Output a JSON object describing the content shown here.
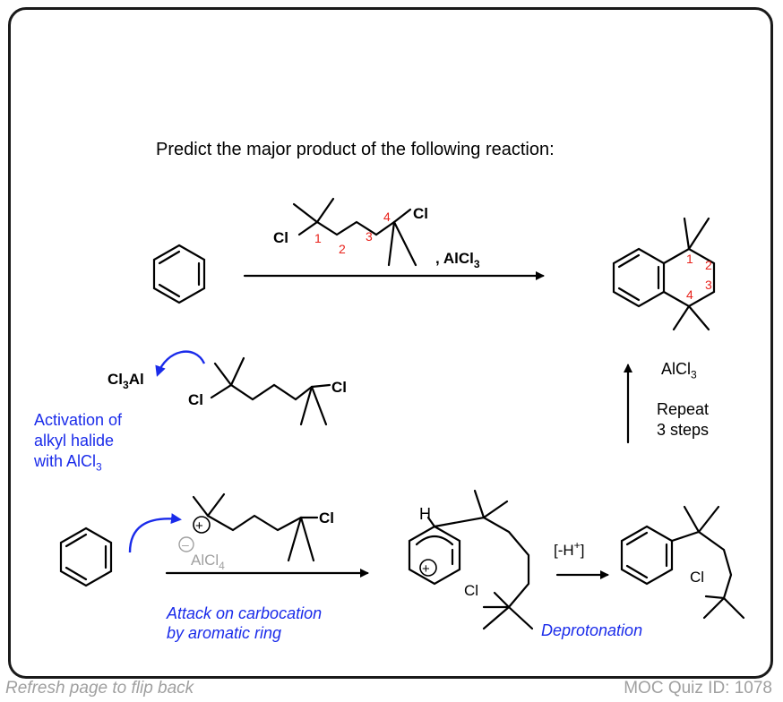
{
  "question": "Predict the major product of the following reaction:",
  "reagent_suffix": ", AlCl",
  "reagent_sub": "3",
  "labels": {
    "cl": "Cl",
    "al": "Al",
    "alcl4": "AlCl",
    "alcl4_sub": "4",
    "h": "H",
    "plus": "⊕",
    "minus": "⊖",
    "deprot": "[-H",
    "deprot_sup": "+",
    "deprot_end": "]"
  },
  "positions": [
    "1",
    "2",
    "3",
    "4"
  ],
  "activation": {
    "line1": "Activation of",
    "line2": "alkyl halide",
    "line3": "with AlCl",
    "sub": "3"
  },
  "repeat": {
    "reagent": "AlCl",
    "reagent_sub": "3",
    "line1": "Repeat",
    "line2": "3 steps"
  },
  "attack": {
    "line1": "Attack on carbocation",
    "line2": "by aromatic ring"
  },
  "deprotonation": "Deprotonation",
  "footer": {
    "left": "Refresh page to flip back",
    "right": "MOC Quiz ID: 1078"
  },
  "colors": {
    "blue_note": "#1a2bea",
    "position_numbers": "#e8221b",
    "gray_text": "#a0a0a0"
  }
}
